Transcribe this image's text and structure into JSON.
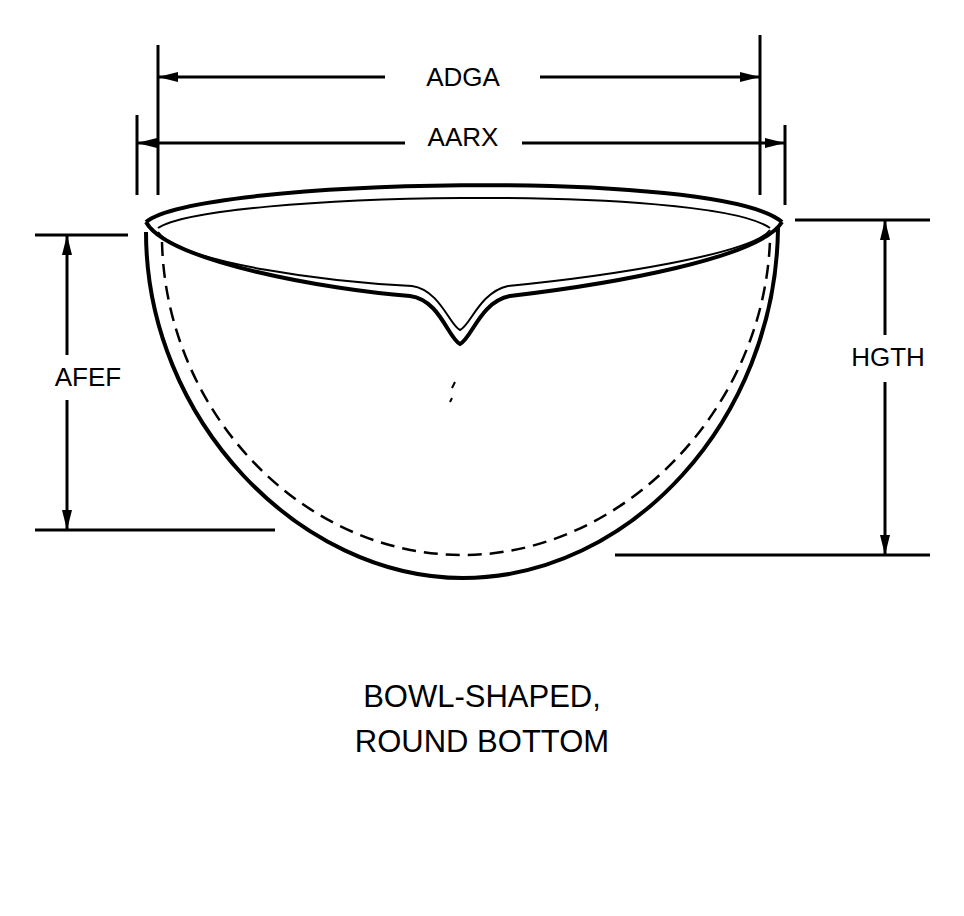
{
  "diagram": {
    "caption": "BOWL-SHAPED, ROUND BOTTOM",
    "labels": [
      "ADGA",
      "AARX",
      "AFEF",
      "HGTH"
    ]
  }
}
